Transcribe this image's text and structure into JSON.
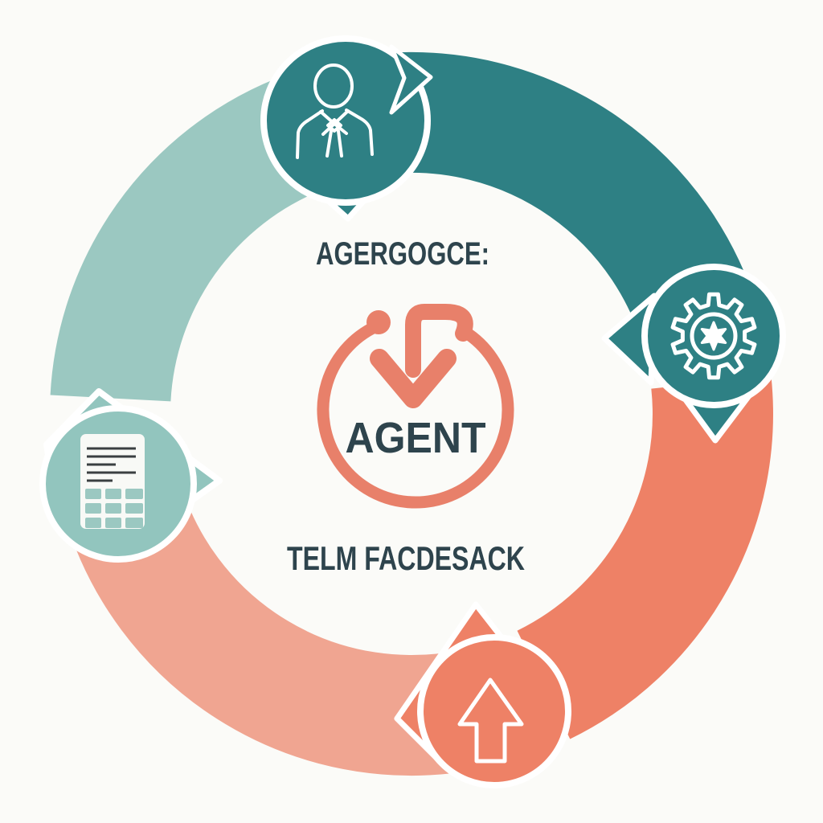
{
  "captions": {
    "top": "AGERGOGCE:",
    "bottom": "TELM FACDESACK"
  },
  "center": {
    "label": "AGENT",
    "icon": "cycle-refresh-down-arrow-icon"
  },
  "cycle_steps": [
    {
      "position": "top",
      "icon": "person-icon",
      "badge_color": "#2E8084"
    },
    {
      "position": "right",
      "icon": "gear-icon",
      "badge_color": "#2E8084"
    },
    {
      "position": "bottom",
      "icon": "arrow-up-icon",
      "badge_color": "#EE8166"
    },
    {
      "position": "left",
      "icon": "document-calculator-icon",
      "badge_color": "#92C5BE"
    }
  ],
  "colors": {
    "background": "#FBFBF8",
    "dark_teal": "#2E8084",
    "light_teal": "#9BC8C1",
    "light_teal_badge": "#92C5BE",
    "coral": "#EE8166",
    "light_salmon": "#F0A591",
    "center_coral": "#E8806A",
    "text_dark": "#2E444D",
    "icon_white": "#FFFFFF",
    "doc_paper": "#F8F9F6",
    "doc_line": "#3A3F41"
  }
}
